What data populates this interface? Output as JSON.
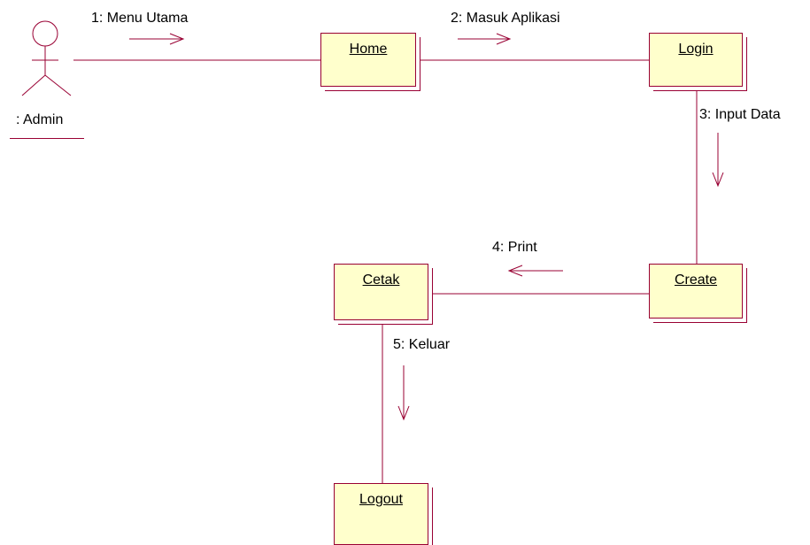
{
  "colors": {
    "line": "#990033",
    "object_fill": "#ffffcc",
    "text": "#000000"
  },
  "actor": {
    "label": ": Admin",
    "icon": "stick-figure-icon"
  },
  "objects": {
    "home": "Home",
    "login": "Login",
    "create": "Create",
    "cetak": "Cetak",
    "logout": "Logout"
  },
  "messages": {
    "m1": "1: Menu Utama",
    "m2": "2: Masuk Aplikasi",
    "m3": "3: Input Data",
    "m4": "4: Print",
    "m5": "5: Keluar"
  }
}
